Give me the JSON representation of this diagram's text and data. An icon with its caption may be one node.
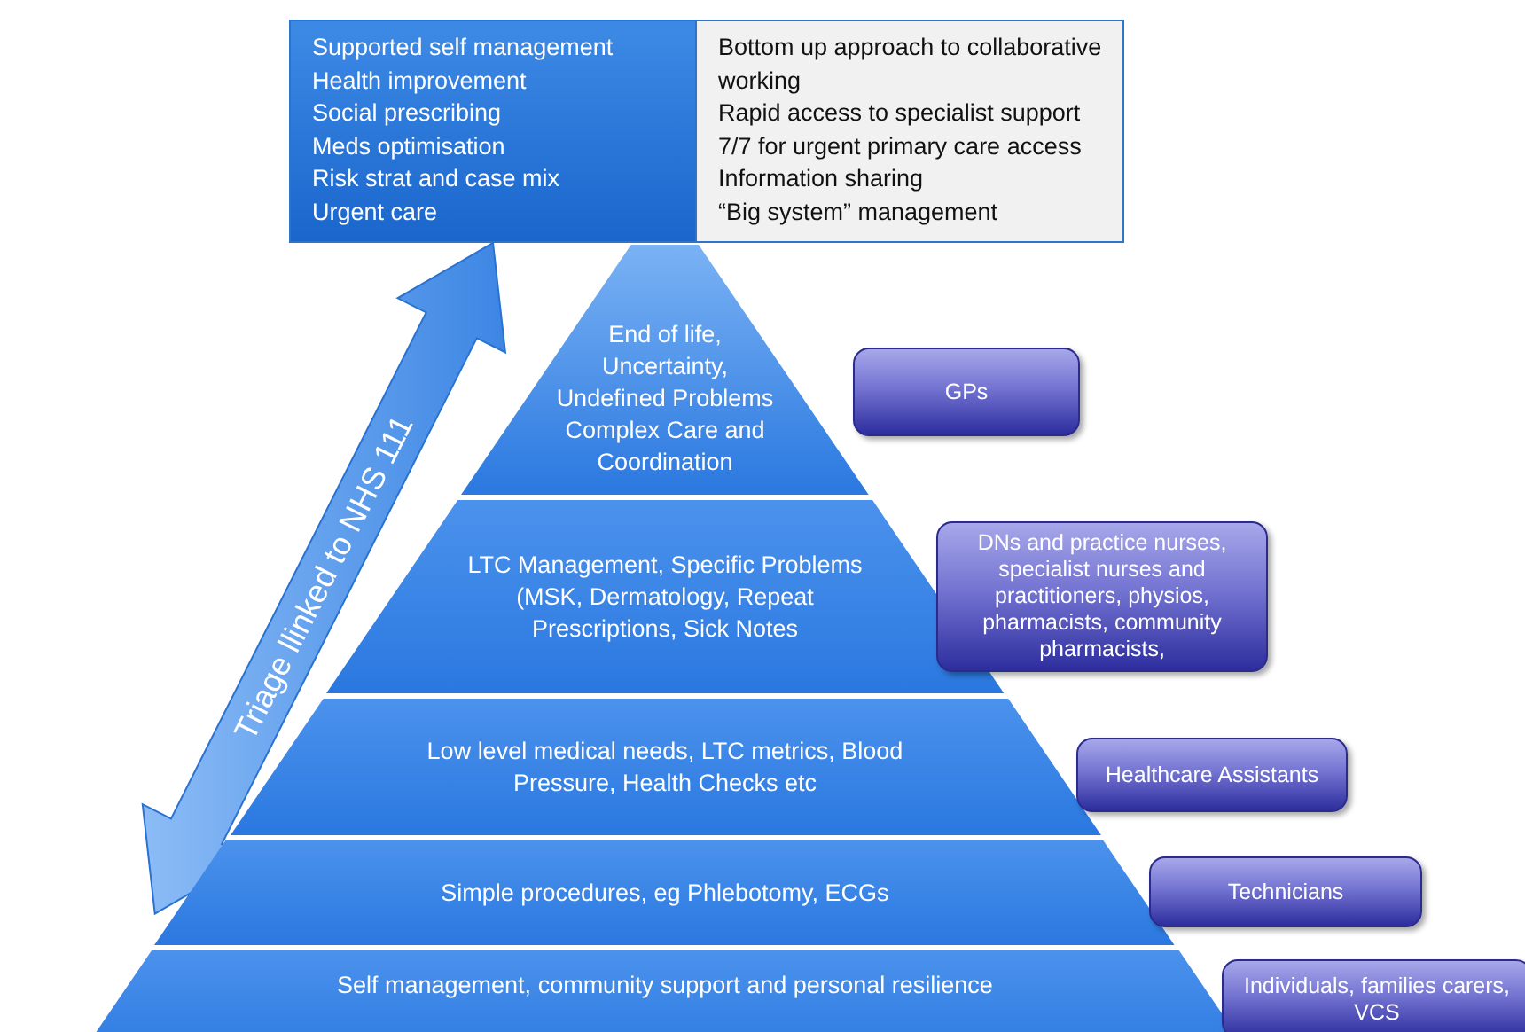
{
  "diagram": {
    "nodes": [
      {
        "text": [
          "Supported self management",
          "Health improvement",
          "Social prescribing",
          "Meds optimisation",
          "Risk strat and case mix",
          "Urgent care"
        ]
      },
      {
        "text": [
          "Bottom up approach to collaborative working",
          "Rapid access to specialist support",
          "7/7 for urgent primary care access",
          "Information sharing",
          "“Big system” management"
        ]
      },
      {
        "text": [
          "End of life, Uncertainty, Undefined Problems Complex Care and Coordination"
        ]
      },
      {
        "text": [
          "LTC Management, Specific Problems (MSK, Dermatology, Repeat Prescriptions, Sick Notes"
        ]
      },
      {
        "text": [
          "Low level medical needs, LTC metrics, Blood Pressure, Health Checks etc"
        ]
      },
      {
        "text": [
          "Simple procedures, eg Phlebotomy, ECGs"
        ]
      },
      {
        "text": [
          "Self management, community support and personal resilience"
        ]
      },
      {
        "text": [
          "GPs"
        ]
      },
      {
        "text": [
          "DNs and practice nurses, specialist nurses and practitioners, physios, pharmacists, community pharmacists,"
        ]
      },
      {
        "text": [
          "Healthcare Assistants"
        ]
      },
      {
        "text": [
          "Technicians"
        ]
      },
      {
        "text": [
          "Individuals, families carers, VCS"
        ]
      }
    ],
    "edges": [
      {
        "from": 5,
        "to": 0,
        "arrow": "both",
        "label": "Triage llinked to NHS 111"
      }
    ]
  }
}
